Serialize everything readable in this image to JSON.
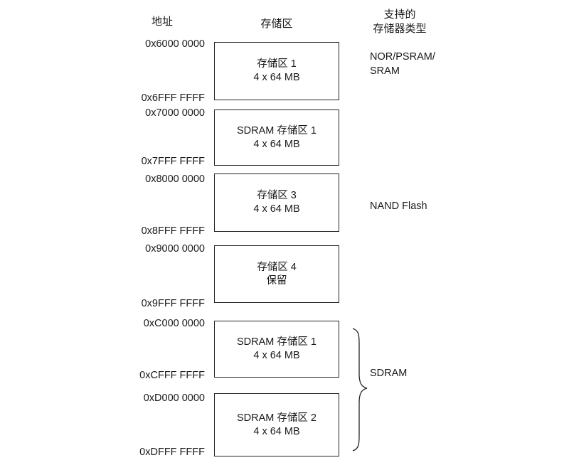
{
  "headers": {
    "address": "地址",
    "bank": "存储区",
    "type_line1": "支持的",
    "type_line2": "存储器类型"
  },
  "banks": [
    {
      "start": "0x6000 0000",
      "end": "0x6FFF FFFF",
      "line1": "存储区 1",
      "line2": "4 x 64 MB"
    },
    {
      "start": "0x7000 0000",
      "end": "0x7FFF FFFF",
      "line1": "SDRAM 存储区 1",
      "line2": "4 x 64 MB"
    },
    {
      "start": "0x8000 0000",
      "end": "0x8FFF FFFF",
      "line1": "存储区 3",
      "line2": "4 x 64 MB"
    },
    {
      "start": "0x9000 0000",
      "end": "0x9FFF FFFF",
      "line1": "存储区 4",
      "line2": "保留"
    },
    {
      "start": "0xC000 0000",
      "end": "0xCFFF FFFF",
      "line1": "SDRAM 存储区 1",
      "line2": "4 x 64 MB"
    },
    {
      "start": "0xD000 0000",
      "end": "0xDFFF FFFF",
      "line1": "SDRAM 存储区 2",
      "line2": "4 x 64 MB"
    }
  ],
  "memory_types": {
    "nor_line1": "NOR/PSRAM/",
    "nor_line2": "SRAM",
    "nand": "NAND Flash",
    "sdram": "SDRAM"
  }
}
